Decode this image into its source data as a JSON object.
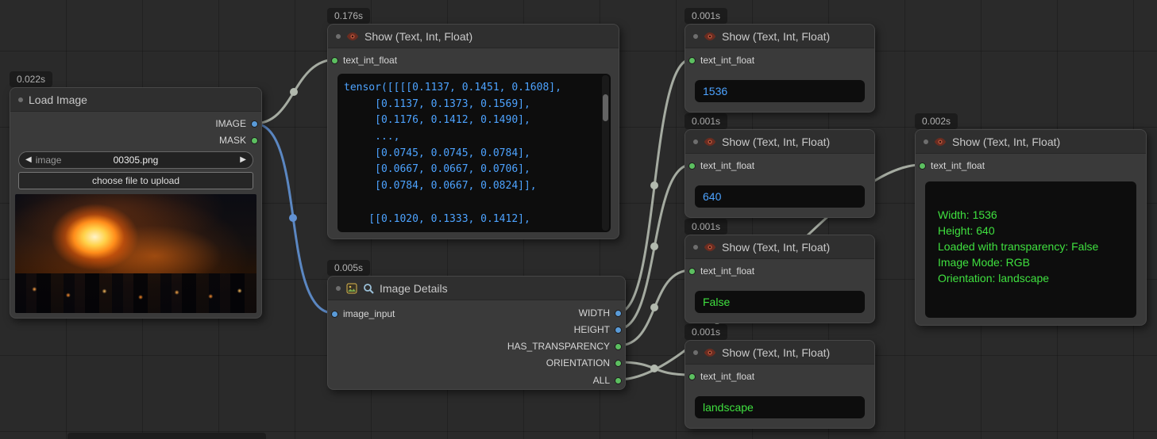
{
  "colors": {
    "link_gray": "#b2b9ae",
    "link_blue": "#6191d3",
    "slot_blue": "#5a9bd8",
    "slot_green": "#5cbf60",
    "text_blue": "#4da3ff",
    "text_green": "#3fe03f"
  },
  "icons": {
    "combo_left": "◀",
    "combo_right": "▶"
  },
  "nodes": {
    "load_image": {
      "timer": "0.022s",
      "title": "Load Image",
      "outputs": [
        "IMAGE",
        "MASK"
      ],
      "combo_label": "image",
      "combo_value": "00305.png",
      "upload_button": "choose file to upload"
    },
    "show_tensor": {
      "timer": "0.176s",
      "title": "Show (Text, Int, Float)",
      "input_label": "text_int_float",
      "lines": [
        "tensor([[[[0.1137, 0.1451, 0.1608],",
        "     [0.1137, 0.1373, 0.1569],",
        "     [0.1176, 0.1412, 0.1490],",
        "     ...,",
        "     [0.0745, 0.0745, 0.0784],",
        "     [0.0667, 0.0667, 0.0706],",
        "     [0.0784, 0.0667, 0.0824]],",
        "",
        "    [[0.1020, 0.1333, 0.1412],"
      ]
    },
    "image_details": {
      "timer": "0.005s",
      "title": "Image Details",
      "input_label": "image_input",
      "outputs": [
        "WIDTH",
        "HEIGHT",
        "HAS_TRANSPARENCY",
        "ORIENTATION",
        "ALL"
      ]
    },
    "show_width": {
      "timer": "0.001s",
      "title": "Show (Text, Int, Float)",
      "input_label": "text_int_float",
      "value": "1536"
    },
    "show_height": {
      "timer": "0.001s",
      "title": "Show (Text, Int, Float)",
      "input_label": "text_int_float",
      "value": "640"
    },
    "show_transparency": {
      "timer": "0.001s",
      "title": "Show (Text, Int, Float)",
      "input_label": "text_int_float",
      "value": "False"
    },
    "show_orientation": {
      "timer": "0.001s",
      "title": "Show (Text, Int, Float)",
      "input_label": "text_int_float",
      "value": "landscape"
    },
    "show_all": {
      "timer": "0.002s",
      "title": "Show (Text, Int, Float)",
      "input_label": "text_int_float",
      "lines": [
        "Width: 1536",
        "Height: 640",
        "Loaded with transparency: False",
        "Image Mode: RGB",
        "Orientation: landscape"
      ]
    }
  }
}
